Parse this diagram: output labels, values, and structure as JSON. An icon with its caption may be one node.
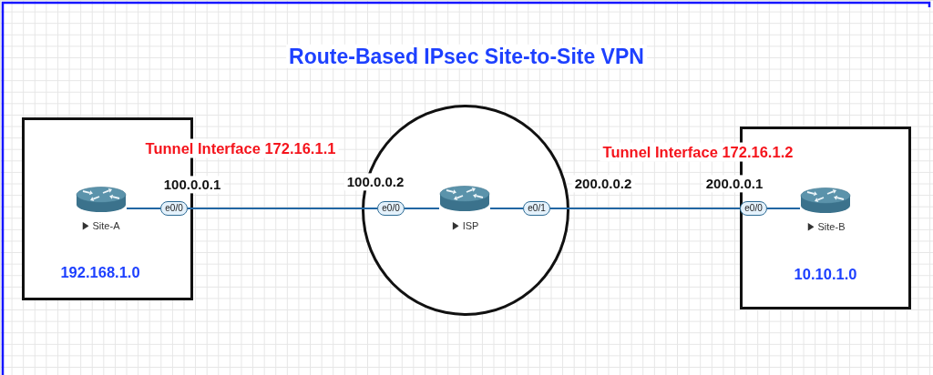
{
  "diagram": {
    "title": "Route-Based IPsec Site-to-Site VPN",
    "nodes": [
      {
        "text": [
          "192.168.1.0"
        ]
      },
      {
        "text": [],
        "shape": "picture",
        "in": 0,
        "beside": [
          "Site-A"
        ]
      },
      {
        "text": [
          "e0/0"
        ],
        "in": 0,
        "beside": [
          "100.0.0.1"
        ]
      },
      {
        "text": [],
        "shape": "circle"
      },
      {
        "text": [
          "e0/0"
        ],
        "in": 3,
        "beside": [
          "100.0.0.2"
        ]
      },
      {
        "text": [],
        "shape": "picture",
        "in": 3,
        "beside": [
          "ISP"
        ]
      },
      {
        "text": [
          "e0/1"
        ],
        "in": 3,
        "beside": [
          "200.0.0.2"
        ]
      },
      {
        "text": [
          "10.10.1.0"
        ]
      },
      {
        "text": [
          "e0/0"
        ],
        "in": 7,
        "beside": [
          "200.0.0.1"
        ]
      },
      {
        "text": [],
        "shape": "picture",
        "in": 7,
        "beside": [
          "Site-B"
        ]
      }
    ],
    "edges": [
      {
        "from": 1,
        "to": 2,
        "arrow": "none"
      },
      {
        "from": 2,
        "to": 4,
        "arrow": "none"
      },
      {
        "from": 4,
        "to": 5,
        "arrow": "none"
      },
      {
        "from": 5,
        "to": 6,
        "arrow": "none"
      },
      {
        "from": 6,
        "to": 8,
        "arrow": "none"
      },
      {
        "from": 8,
        "to": 9,
        "arrow": "none"
      }
    ],
    "labels": [
      "Tunnel Interface 172.16.1.1",
      "Tunnel Interface 172.16.1.2"
    ]
  }
}
